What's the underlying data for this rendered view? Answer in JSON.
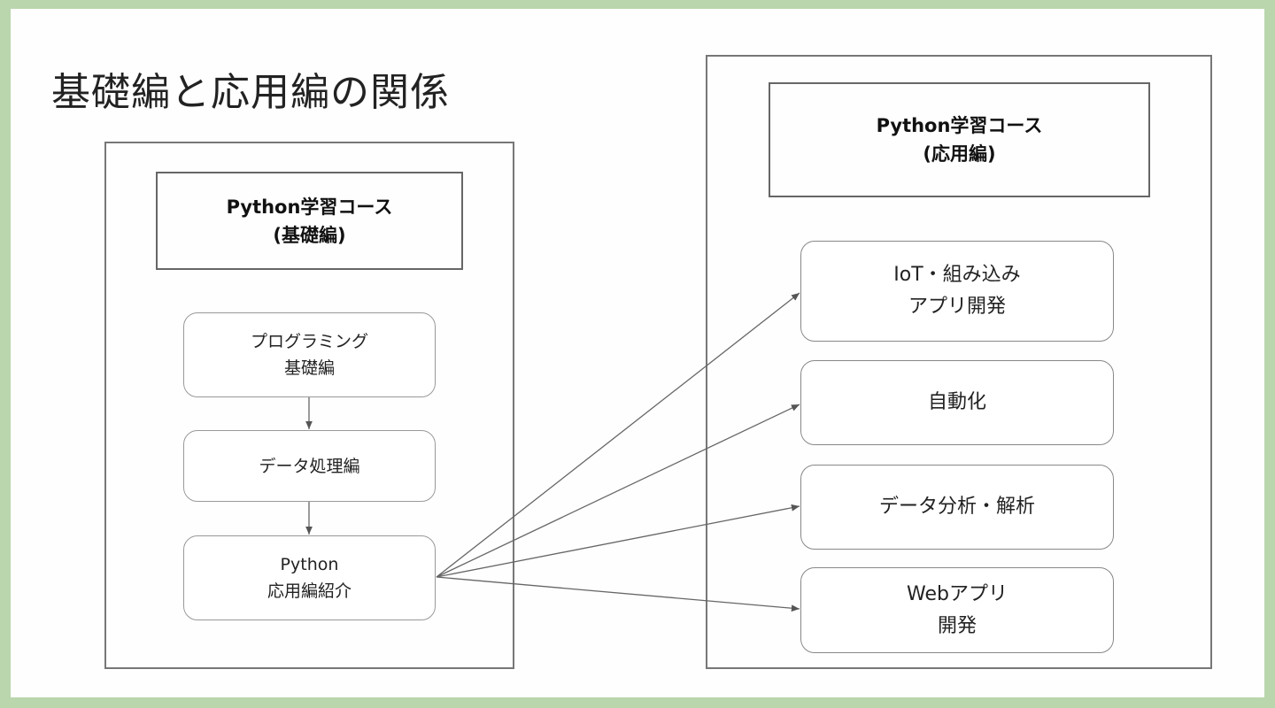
{
  "title": "基礎編と応用編の関係",
  "basic": {
    "header": "Python学習コース\n(基礎編)",
    "steps": [
      "プログラミング\n基礎編",
      "データ処理編",
      "Python\n応用編紹介"
    ]
  },
  "advanced": {
    "header": "Python学習コース\n(応用編)",
    "items": [
      "IoT・組み込み\nアプリ開発",
      "自動化",
      "データ分析・解析",
      "Webアプリ\n開発"
    ]
  },
  "colors": {
    "border": "#b9d6ad",
    "line": "#666666"
  }
}
